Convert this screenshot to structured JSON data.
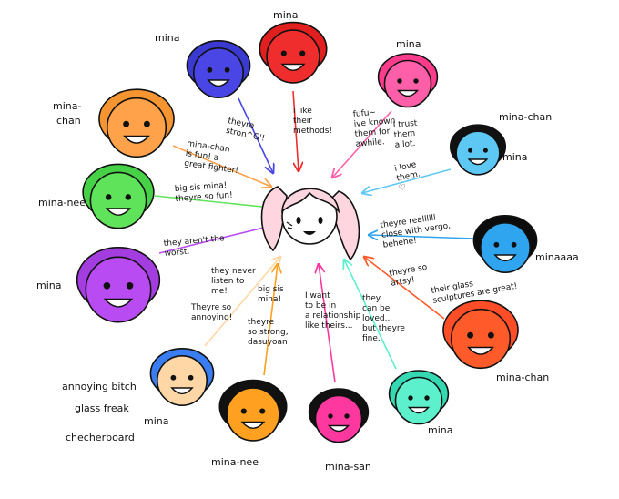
{
  "center": {
    "name": "center-character"
  },
  "characters": [
    {
      "id": "blue-ghost",
      "label": [
        "mina"
      ],
      "color": "#4a46e6",
      "hair": "#3a3ad0"
    },
    {
      "id": "red-hat",
      "label": [
        "mina"
      ],
      "color": "#ef2d2d",
      "hair": "#e11f1f"
    },
    {
      "id": "pink-hair",
      "label": [
        "mina"
      ],
      "color": "#ff5fa8",
      "hair": "#ff3b8c"
    },
    {
      "id": "orange-captain",
      "label": [
        "mina-",
        "chan"
      ],
      "color": "#ffa24a",
      "hair": "#f59532"
    },
    {
      "id": "glasses-man",
      "label": [
        "mina-chan",
        "mina"
      ],
      "color": "#5ec8f5",
      "hair": "#111111"
    },
    {
      "id": "green-hat",
      "label": [
        "mina-nee"
      ],
      "color": "#5fe35a",
      "hair": "#47d146"
    },
    {
      "id": "black-hair-blue",
      "label": [
        "minaaaa"
      ],
      "color": "#2fa4ef",
      "hair": "#0c0c0c"
    },
    {
      "id": "purple-spikes",
      "label": [
        "mina"
      ],
      "color": "#b84cf2",
      "hair": "#a33de0"
    },
    {
      "id": "red-curls",
      "label": [
        "mina-chan"
      ],
      "color": "#ff5a2a",
      "hair": "#ff4d28"
    },
    {
      "id": "blue-spiky",
      "label": [
        "annoying bitch",
        "glass freak",
        "mina",
        "checherboard"
      ],
      "color": "#ffd7a6",
      "hair": "#3a7df0"
    },
    {
      "id": "orange-puppet",
      "label": [
        "mina-nee"
      ],
      "color": "#ffa020",
      "hair": "#111111"
    },
    {
      "id": "pink-bow",
      "label": [
        "mina-san"
      ],
      "color": "#ff38a0",
      "hair": "#111111"
    },
    {
      "id": "teal-girl",
      "label": [
        "mina"
      ],
      "color": "#5cf0cc",
      "hair": "#34d9b2"
    }
  ],
  "comments": [
    {
      "id": "c-blue",
      "lines": [
        "theyre",
        "stron^G'!"
      ],
      "color": "#4a46e6"
    },
    {
      "id": "c-red",
      "lines": [
        "i like",
        "their",
        "methods!"
      ],
      "color": "#ef2d2d"
    },
    {
      "id": "c-pink",
      "lines": [
        "fufu~",
        "ive known",
        "them for",
        "awhile.",
        "I trust",
        "them",
        "a lot."
      ],
      "color": "#ff5fa8"
    },
    {
      "id": "c-orange",
      "lines": [
        "mina-chan",
        "is fun! a",
        "great fighter!"
      ],
      "color": "#ffa24a"
    },
    {
      "id": "c-glasses",
      "lines": [
        "i love",
        "them.",
        "♡"
      ],
      "color": "#5ec8f5"
    },
    {
      "id": "c-green",
      "lines": [
        "big sis mina!",
        "theyre so fun!"
      ],
      "color": "#5fe35a"
    },
    {
      "id": "c-black",
      "lines": [
        "theyre reallllll",
        "close with vergo,",
        "behehe!"
      ],
      "color": "#2fa4ef"
    },
    {
      "id": "c-purple",
      "lines": [
        "they aren't the",
        "worst."
      ],
      "color": "#b84cf2"
    },
    {
      "id": "c-redc",
      "lines": [
        "theyre so",
        "artsy!",
        "their glass",
        "sculptures are great!"
      ],
      "color": "#ff5a2a"
    },
    {
      "id": "c-bluesp",
      "lines": [
        "they never",
        "listen to",
        "me!",
        "Theyre so",
        "annoying!"
      ],
      "color": "#3a7df0"
    },
    {
      "id": "c-orp",
      "lines": [
        "big sis",
        "mina!",
        "theyre",
        "so strong,",
        "dasuyoan!"
      ],
      "color": "#ffa020"
    },
    {
      "id": "c-pinkb",
      "lines": [
        "I want",
        "to be in",
        "a relationship",
        "like theirs..."
      ],
      "color": "#ff38a0"
    },
    {
      "id": "c-teal",
      "lines": [
        "they",
        "can be",
        "loved...",
        "but theyre",
        "fine."
      ],
      "color": "#5cf0cc"
    }
  ]
}
